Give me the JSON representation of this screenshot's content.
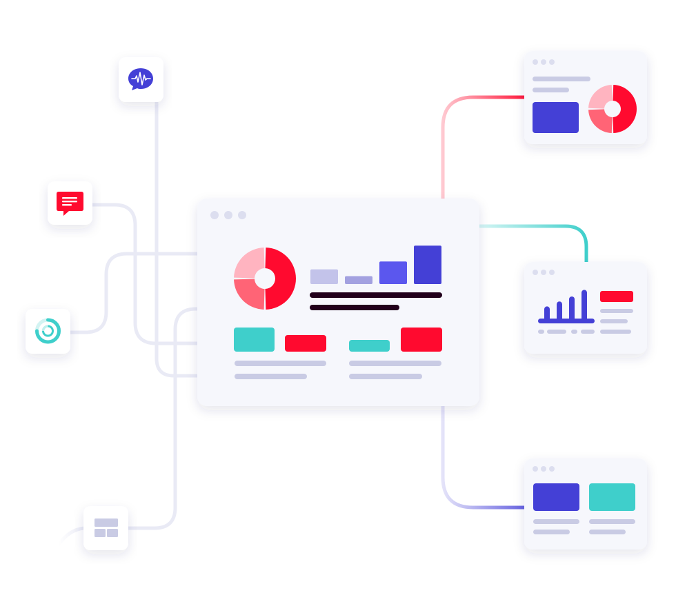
{
  "colors": {
    "background": "#ffffff",
    "panel": "#f6f7fc",
    "connector": "#e9eaf5",
    "skeleton": "#c9cbe4",
    "window_dot": "#dcdeef",
    "indigo": "#4440d6",
    "violet": "#5b57ee",
    "lavender": "#c3c3ea",
    "lavender_mid": "#a3a1e0",
    "red": "#ff0a2f",
    "coral": "#ff6476",
    "pink": "#ffb4c0",
    "teal": "#3fcfcb",
    "dark_text_bar": "#22001b"
  },
  "source_nodes": [
    {
      "id": "voice",
      "icon": "voice-waveform-chat-icon"
    },
    {
      "id": "message",
      "icon": "message-lines-icon"
    },
    {
      "id": "loader",
      "icon": "circular-loader-icon"
    },
    {
      "id": "layout",
      "icon": "layout-grid-icon"
    }
  ],
  "main_dashboard": {
    "donut": {
      "type": "donut",
      "segments": [
        0.5,
        0.25,
        0.25
      ]
    },
    "bars": {
      "type": "bar",
      "values": [
        0.26,
        0.14,
        0.4,
        0.68
      ]
    }
  },
  "output_cards": [
    {
      "id": "donut-report",
      "content": "donut"
    },
    {
      "id": "bar-report",
      "content": "bar",
      "bars": {
        "type": "bar",
        "values": [
          0.45,
          0.6,
          0.75,
          0.95
        ]
      }
    },
    {
      "id": "tiles-report",
      "content": "tiles"
    }
  ]
}
